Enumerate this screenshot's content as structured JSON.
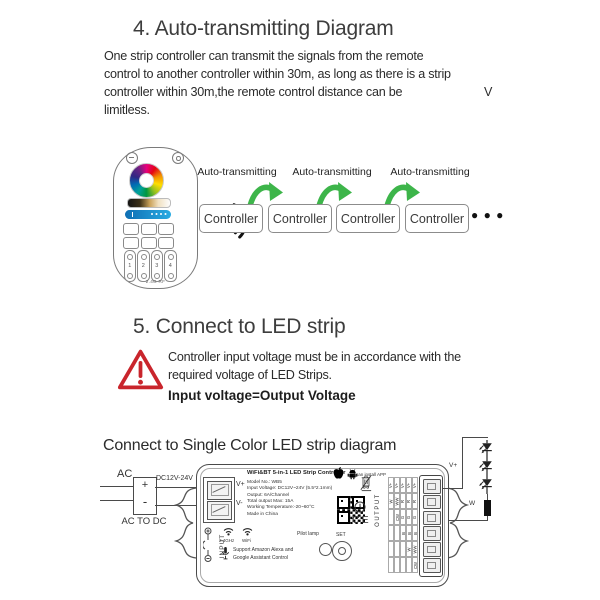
{
  "colors": {
    "accent_green": "#3DB54A",
    "warning_red": "#C9252C",
    "slider_blue": "#29ABE2",
    "line_gray": "#4a4a4a"
  },
  "section4": {
    "title": "4. Auto-transmitting Diagram",
    "p1": "One strip controller can transmit the signals from the remote",
    "p2": "control to another controller within 30m, as long as there is a strip",
    "p3": "controller within 30m,the remote control distance can be",
    "stray_v": "V",
    "p4": "limitless.",
    "labels": [
      "Auto-transmitting",
      "Auto-transmitting",
      "Auto-transmitting"
    ],
    "controllers": [
      "Controller",
      "Controller",
      "Controller",
      "Controller"
    ],
    "dots": "● ● ●",
    "remote": {
      "rf": "2.4G RF",
      "zones": [
        "1",
        "2",
        "3",
        "4"
      ]
    }
  },
  "section5": {
    "title": "5. Connect to LED strip",
    "line1": "Controller input voltage must be in accordance with the",
    "line2": "required voltage of LED Strips.",
    "bold": "Input voltage=Output Voltage"
  },
  "wiring": {
    "heading": "Connect to Single Color LED strip diagram",
    "ac": "AC",
    "plus": "+",
    "minus": "-",
    "ac_to_dc": "AC TO DC",
    "dc": "DC12V-24V",
    "vplus": "V+",
    "vminus": "V-",
    "input": "INPUT",
    "title": "WiFi&BT 5-in-1 LED Strip Controller",
    "specs": [
      "Model No.: WB5",
      "Input Voltage: DC12V~24V (5.5*2.1mm)",
      "Output: 6A/Channel",
      "Total output Max: 15A",
      "Working Temperature:-20~60°C",
      "Made in China"
    ],
    "scan": "Scan install APP",
    "ghz": "2.4GHz",
    "wifi": "WiFi",
    "voice1": "Support Amazon Alexa and",
    "voice2": "Google Assistant Control",
    "pilot": "Pilot lamp",
    "set": "SET",
    "ce": "CE",
    "output": "OUTPUT",
    "output_table": [
      [
        "V+",
        "V+",
        "V+",
        "V+",
        "V+"
      ],
      [
        "W",
        "WW",
        "R",
        "R",
        "R"
      ],
      [
        "",
        "CW",
        "G",
        "G",
        "G"
      ],
      [
        "",
        "",
        "B",
        "B",
        "B"
      ],
      [
        "",
        "",
        "",
        "W",
        "WW"
      ],
      [
        "",
        "",
        "",
        "",
        "CW"
      ]
    ],
    "led_vplus": "V+",
    "led_w": "W"
  }
}
